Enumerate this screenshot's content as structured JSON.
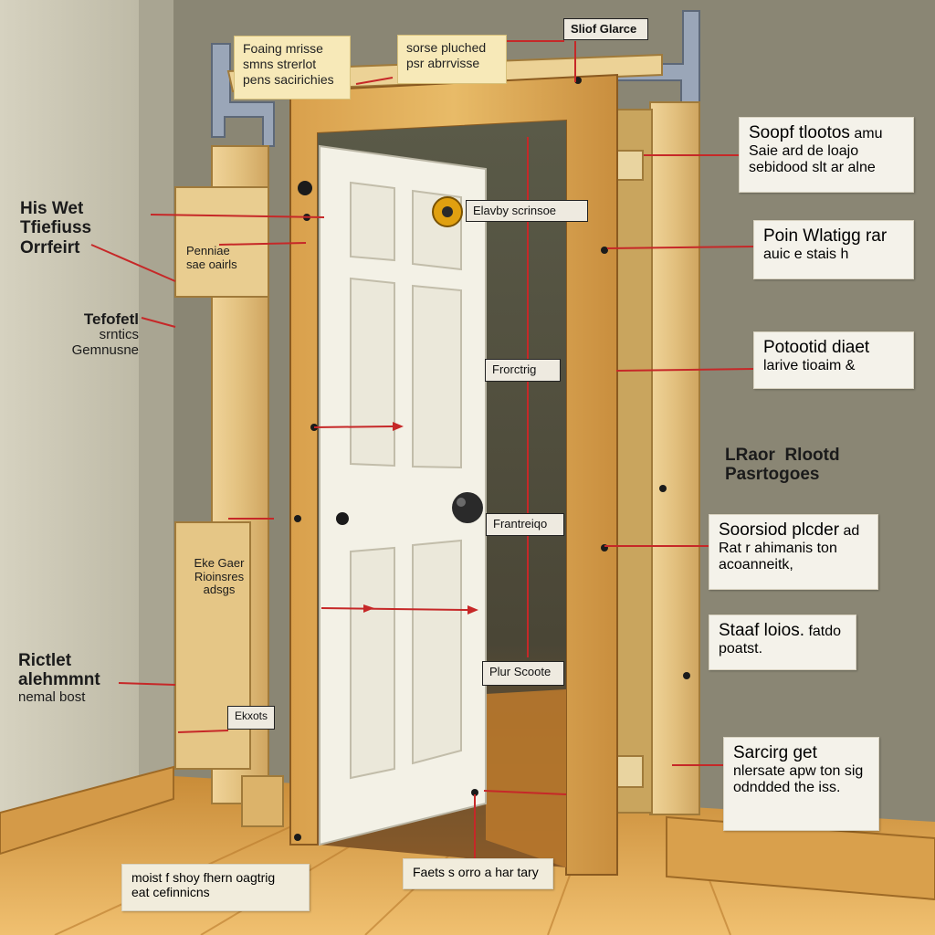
{
  "top_labels": {
    "note_left_1": "Foaing mrisse",
    "note_left_2": "smns strerlot",
    "note_left_3": "pens sacirichies",
    "note_mid_1": "sorse pluched",
    "note_mid_2": "psr abrrvisse",
    "top_tag": "Sliof Glarce"
  },
  "left_labels": {
    "l1_title": "His Wet",
    "l1_line2": "Tfiefiuss",
    "l1_line3": "Orrfeirt",
    "l2_title": "Tefofetl",
    "l2_line2": "srntics",
    "l2_line3": "Gemnusne",
    "l3_title": "Rictlet",
    "l3_line2": "alehmmnt",
    "l3_line3": "nemal bost"
  },
  "stud_notes": {
    "upper_1": "Penniae",
    "upper_2": "sae oairls",
    "lower_1": "Eke Gaer",
    "lower_2": "Rioinsres",
    "lower_3": "adsgs",
    "small_tag": "Ekxots"
  },
  "door_tags": {
    "tag1": "Elavby scrinsoe",
    "tag2": "Frorctrig",
    "tag3": "Frantreiqo",
    "tag4": "Plur Scoote"
  },
  "right_labels": {
    "r1_title": "Soopf tlootos",
    "r1_line2": "amu Saie ard de loajo",
    "r1_line3": "sebidood slt ar alne",
    "r2_title": "Poin Wlatigg rar",
    "r2_line2": "auic e stais h",
    "r3_title": "Potootid diaet",
    "r3_line2": "larive tioaim &",
    "r4_title": "LRaor  Rlootd",
    "r4_line2": "Pasrtogoes",
    "r5_title": "Soorsiod plcder",
    "r5_line2": "ad Rat r ahimanis",
    "r5_line3": "ton acoanneitk,",
    "r6_title": "Staaf loios.",
    "r6_line2": "fatdo poatst.",
    "r7_title": "Sarcirg get",
    "r7_line2": "nlersate apw ton sig",
    "r7_line3": "odndded the iss."
  },
  "bottom_labels": {
    "b1_line1": "moist f shoy fhern oagtrig",
    "b1_line2": "eat cefinnicns",
    "b2": "Faets s orro a har tary"
  },
  "colors": {
    "wall": "#8a8674",
    "left_wall": "#c9c5b2",
    "wood": "#e7c98a",
    "wood_dark": "#c89a52",
    "door": "#f3f1e6",
    "floor": "#d9a24e",
    "leader": "#c62828",
    "steel": "#9aa6b8"
  }
}
